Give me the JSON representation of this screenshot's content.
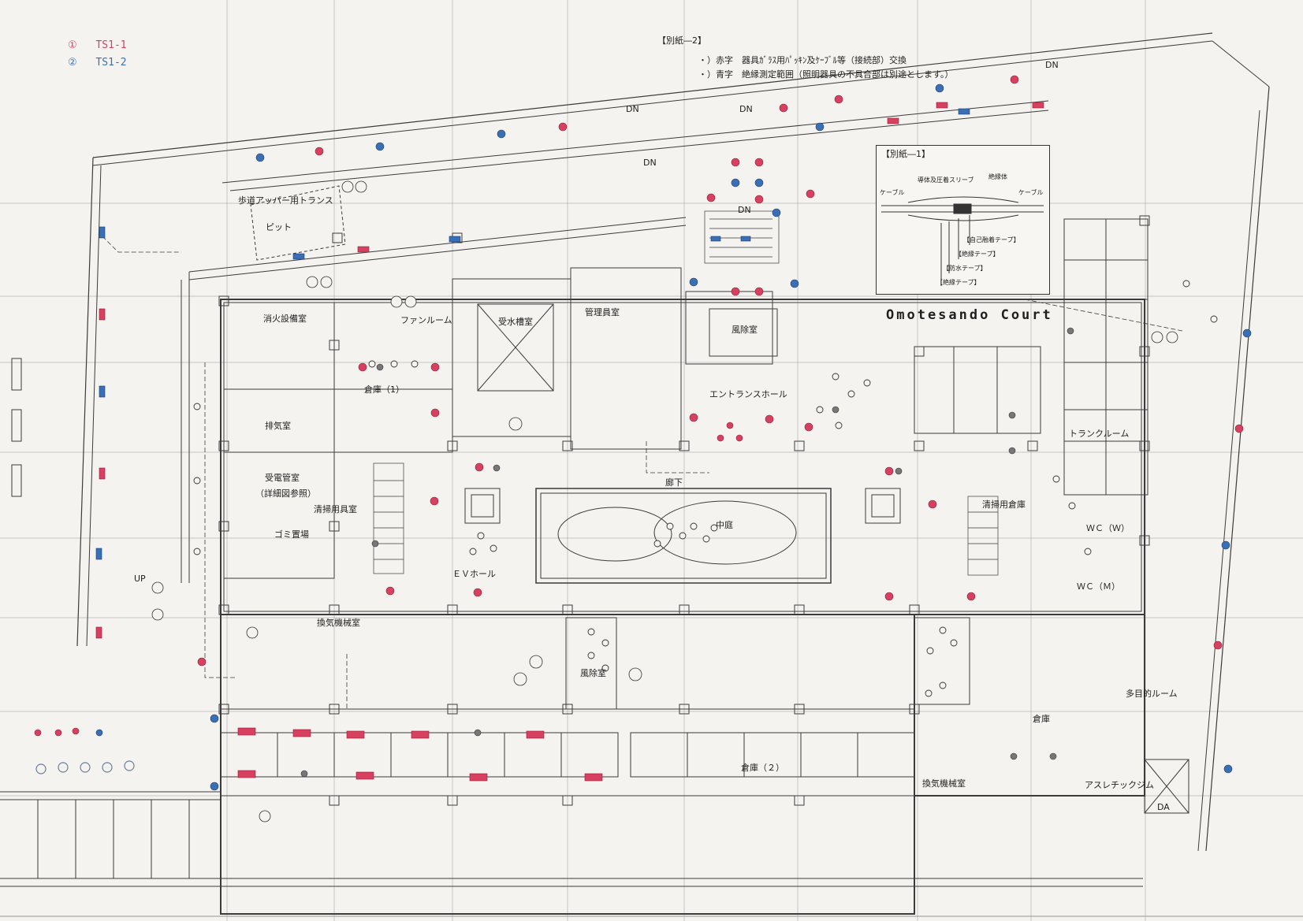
{
  "legend": [
    {
      "num": "①",
      "label": "TS1-1",
      "color": "#d8405f"
    },
    {
      "num": "②",
      "label": "TS1-2",
      "color": "#3a6fb5"
    }
  ],
  "notes": {
    "sheet_ref": "【別紙―2】",
    "red_line": "・）赤字　器具ｶﾞﾗｽ用ﾊﾟｯｷﾝ及ｹｰﾌﾞﾙ等（接続部）交換",
    "blue_line": "・）青字　絶縁測定範囲（照明器具の不具合部は別途とします。）"
  },
  "inset": {
    "title": "【別紙―1】",
    "labels": {
      "cable_left": "ケーブル",
      "sleeve": "導体及圧着スリーブ",
      "insulator": "絶縁体",
      "cable_right": "ケーブル",
      "tape1": "【自己融着テープ】",
      "tape2": "【絶縁テープ】",
      "tape3": "【防水テープ】",
      "tape4": "【絶縁テープ】"
    }
  },
  "building_name": "Omotesando Court",
  "rooms": {
    "transformer": "歩道アッパー用トランス",
    "pit": "ピット",
    "fire_equipment": "消火設備室",
    "fan_room": "ファンルーム",
    "water_tank": "受水槽室",
    "management": "管理員室",
    "windbreak_top": "風除室",
    "storage1": "倉庫（1）",
    "smoke_exhaust": "排気室",
    "electric": "受電管室",
    "electric_note": "（詳細図参照）",
    "cleaning": "清掃用具室",
    "garbage": "ゴミ置場",
    "entrance_hall": "エントランスホール",
    "corridor": "廊下",
    "courtyard": "中庭",
    "ev_hall": "ＥＶホール",
    "trunk_room": "トランクルーム",
    "cleaning_storage": "清掃用倉庫",
    "wc_w": "ＷＣ（Ｗ）",
    "wc_m": "ＷＣ（Ｍ）",
    "ventilation_left": "換気機械室",
    "windbreak_bottom": "風除室",
    "storage2": "倉庫（２）",
    "ventilation_right": "換気機械室",
    "multipurpose": "多目的ルーム",
    "warehouse": "倉庫",
    "athletic_gym": "アスレチックジム"
  },
  "markers": {
    "dn1": "DN",
    "dn2": "DN",
    "dn3": "DN",
    "dn4": "DN",
    "dn5": "DN",
    "up": "UP",
    "da": "DA"
  },
  "colors": {
    "line": "#3b3b3b",
    "red_mark": "#d8405f",
    "blue_mark": "#3a6fb5",
    "paper": "#f4f3ef"
  }
}
